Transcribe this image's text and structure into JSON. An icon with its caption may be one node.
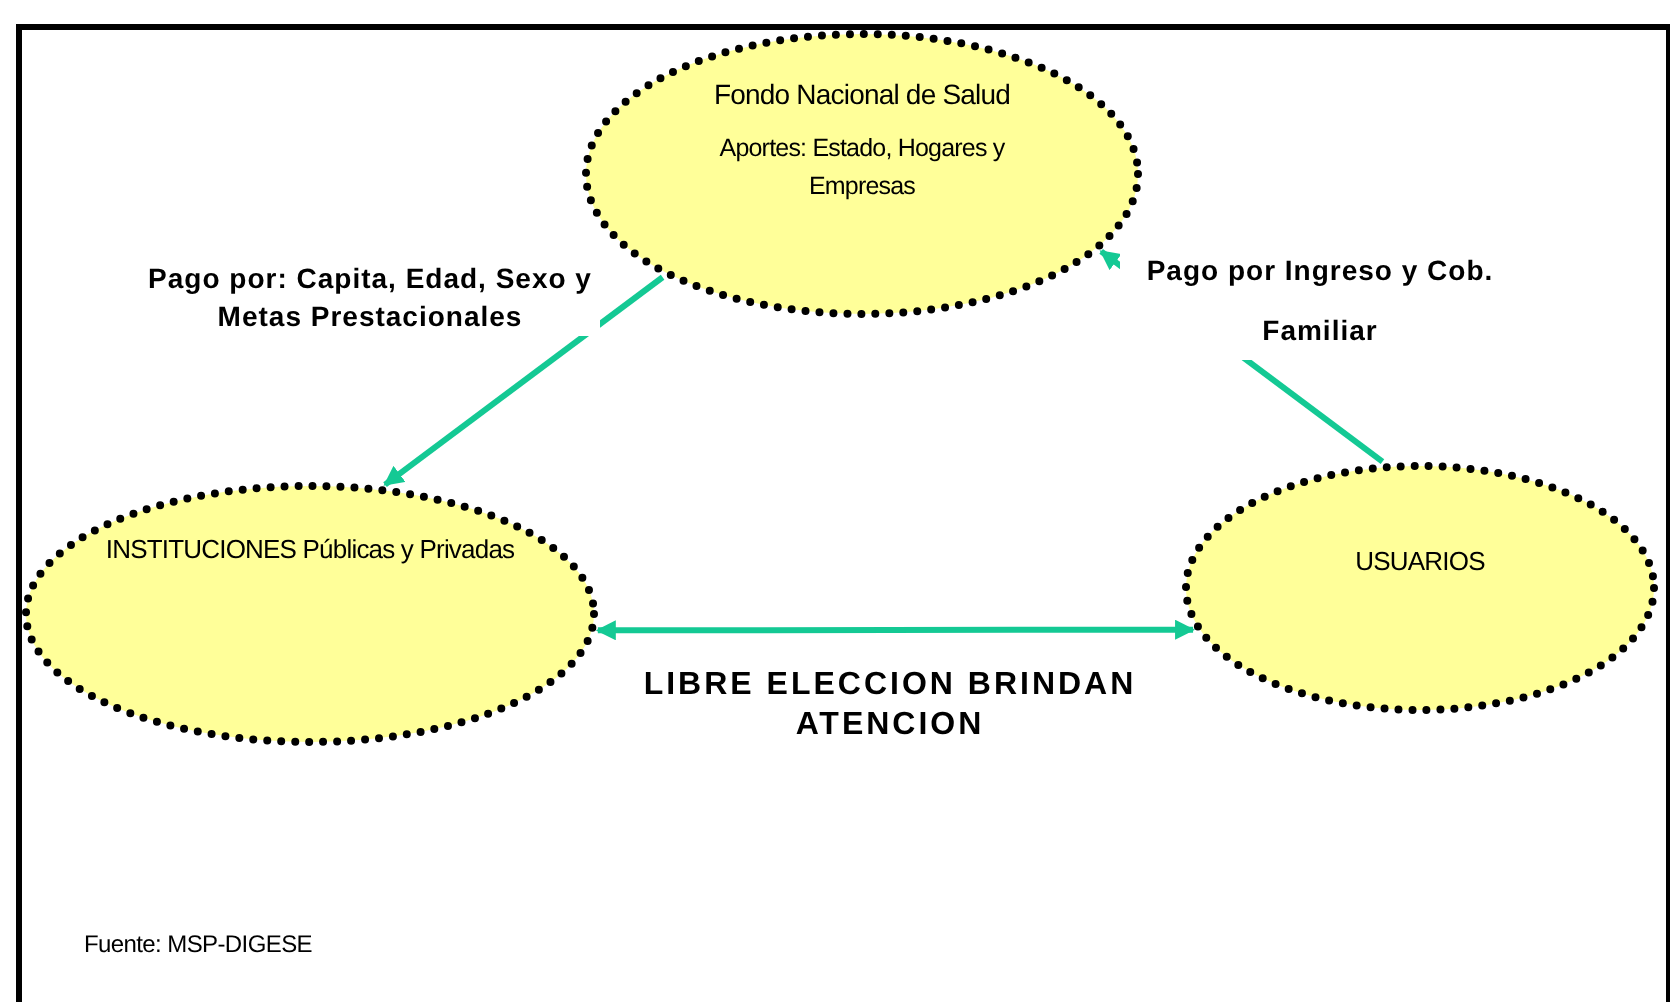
{
  "diagram": {
    "nodes": [
      {
        "text": [
          "Fondo Nacional de Salud",
          "Aportes: Estado, Hogares y Empresas"
        ]
      },
      {
        "text": [
          "INSTITUCIONES Públicas y Privadas"
        ]
      },
      {
        "text": [
          "USUARIOS"
        ]
      }
    ],
    "edges": [
      {
        "from": 0,
        "to": 1,
        "arrow": "to",
        "label": "Pago por: Capita, Edad, Sexo y Metas Prestacionales"
      },
      {
        "from": 2,
        "to": 0,
        "arrow": "to",
        "label": "Pago por Ingreso y Cob. Familiar"
      },
      {
        "from": 1,
        "to": 2,
        "arrow": "both",
        "label": "LIBRE ELECCION BRINDAN ATENCION"
      }
    ],
    "labels": [
      "Fuente: MSP-DIGESE"
    ]
  }
}
